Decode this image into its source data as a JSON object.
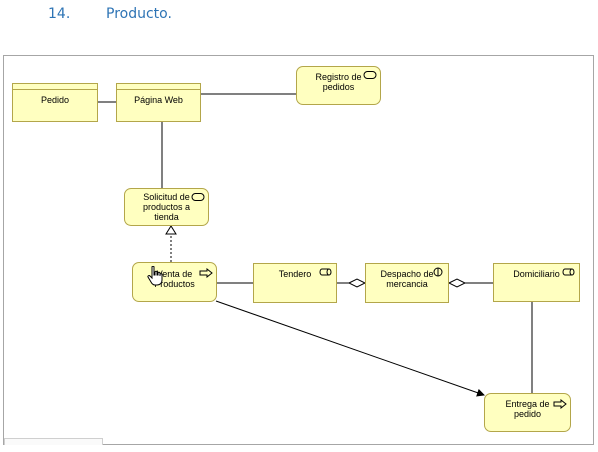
{
  "heading": {
    "number": "14.",
    "title": "Producto."
  },
  "elements": {
    "pedido": "Pedido",
    "pagina_web": "Página Web",
    "registro_pedidos_l1": "Registro de",
    "registro_pedidos_l2": "pedidos",
    "solicitud_l1": "Solicitud de",
    "solicitud_l2": "productos a",
    "solicitud_l3": "tienda",
    "venta_l1": "Venta de",
    "venta_l2": "Productos",
    "tendero": "Tendero",
    "despacho_l1": "Despacho de",
    "despacho_l2": "mercancia",
    "domiciliario": "Domiciliario",
    "entrega_l1": "Entrega de",
    "entrega_l2": "pedido"
  },
  "icons": {
    "registro": "service-icon",
    "solicitud": "service-icon",
    "venta": "process-arrow-icon",
    "tendero": "role-icon",
    "despacho": "interface-icon",
    "domiciliario": "role-icon",
    "entrega": "process-arrow-icon"
  },
  "colors": {
    "element_fill": "#ffffc0",
    "element_border": "#b3a64a",
    "heading": "#2e74b5"
  }
}
